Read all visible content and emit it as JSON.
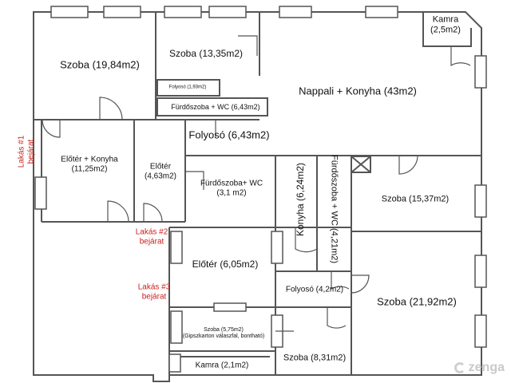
{
  "rooms": {
    "szoba_1984": "Szoba (19,84m2)",
    "szoba_1335": "Szoba (13,35m2)",
    "kamra_25_name": "Kamra",
    "kamra_25_area": "(2,5m2)",
    "folyoso_193": "Folyosó (1,93m2)",
    "nappali": "Nappali + Konyha (43m2)",
    "furdo_643": "Fürdőszoba + WC (6,43m2)",
    "folyoso_643": "Folyosó (6,43m2)",
    "eloter_konyha_name": "Előtér + Konyha",
    "eloter_konyha_area": "(11,25m2)",
    "eloter_463_name": "Előtér",
    "eloter_463_area": "(4,63m2)",
    "furdo_31_name": "Fürdőszoba+ WC",
    "furdo_31_area": "(3,1 m2)",
    "konyha_624": "Konyha (6,24m2)",
    "furdo_421": "Fürdőszoba + WC (4,21m2)",
    "szoba_1537": "Szoba (15,37m2)",
    "eloter_605": "Előtér (6,05m2)",
    "folyoso_42": "Folyosó (4,2m2)",
    "szoba_2192": "Szoba (21,92m2)",
    "szoba_575_name": "Szoba (5,75m2)",
    "szoba_575_note": "(Gipszkarton válaszfal, bontható)",
    "szoba_831": "Szoba (8,31m2)",
    "kamra_21": "Kamra (2,1m2)"
  },
  "entrances": {
    "lakas1_line1": "Lakás #1",
    "lakas1_line2": "bejárat",
    "lakas2_line1": "Lakás #2",
    "lakas2_line2": "bejárat",
    "lakas3_line1": "Lakás #3",
    "lakas3_line2": "bejárat"
  },
  "watermark": "zenga",
  "colors": {
    "wall": "#555555",
    "entrance_text": "#cc1f1f",
    "watermark": "#c9c9c9"
  }
}
